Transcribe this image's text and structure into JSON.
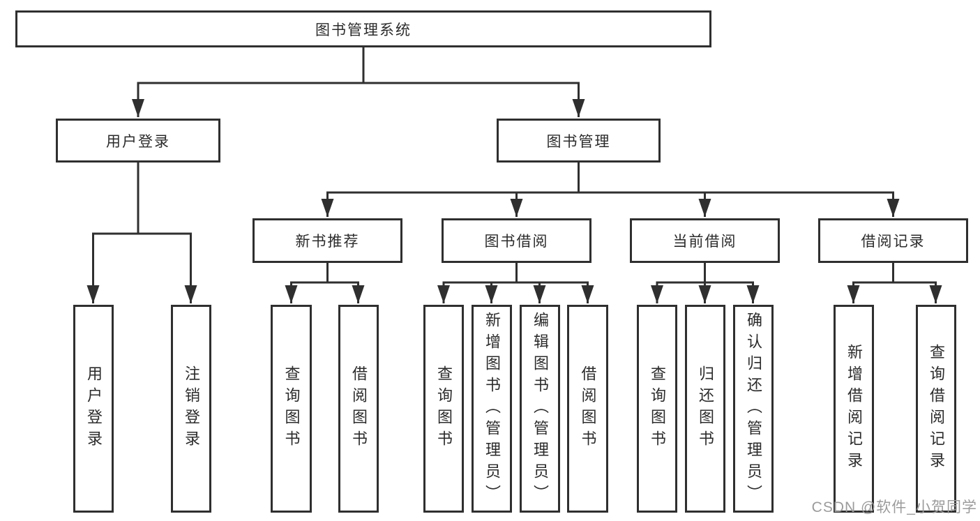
{
  "diagram_title": "图书管理系统",
  "nodes": {
    "root": "图书管理系统",
    "l1_user_login": "用户登录",
    "l1_book_mgmt": "图书管理",
    "l2_new_books": "新书推荐",
    "l2_book_borrow": "图书借阅",
    "l2_current_borrow": "当前借阅",
    "l2_borrow_records": "借阅记录",
    "leaf_user_login": "用户登录",
    "leaf_logout": "注销登录",
    "leaf_nb_query": "查询图书",
    "leaf_nb_borrow": "借阅图书",
    "leaf_bb_query": "查询图书",
    "leaf_bb_add": "新增图书（管理员）",
    "leaf_bb_edit": "编辑图书（管理员）",
    "leaf_bb_borrow": "借阅图书",
    "leaf_cb_query": "查询图书",
    "leaf_cb_return": "归还图书",
    "leaf_cb_confirm": "确认归还（管理员）",
    "leaf_br_add": "新增借阅记录",
    "leaf_br_query": "查询借阅记录"
  },
  "tree": {
    "图书管理系统": {
      "用户登录": [
        "用户登录",
        "注销登录"
      ],
      "图书管理": {
        "新书推荐": [
          "查询图书",
          "借阅图书"
        ],
        "图书借阅": [
          "查询图书",
          "新增图书（管理员）",
          "编辑图书（管理员）",
          "借阅图书"
        ],
        "当前借阅": [
          "查询图书",
          "归还图书",
          "确认归还（管理员）"
        ],
        "借阅记录": [
          "新增借阅记录",
          "查询借阅记录"
        ]
      }
    }
  },
  "watermark": "CSDN @软件_小贺同学",
  "colors": {
    "line": "#2f2f2f",
    "box_border": "#2f2f2f",
    "text": "#2b2b2b",
    "watermark": "#9b9b9b",
    "background": "#ffffff"
  }
}
